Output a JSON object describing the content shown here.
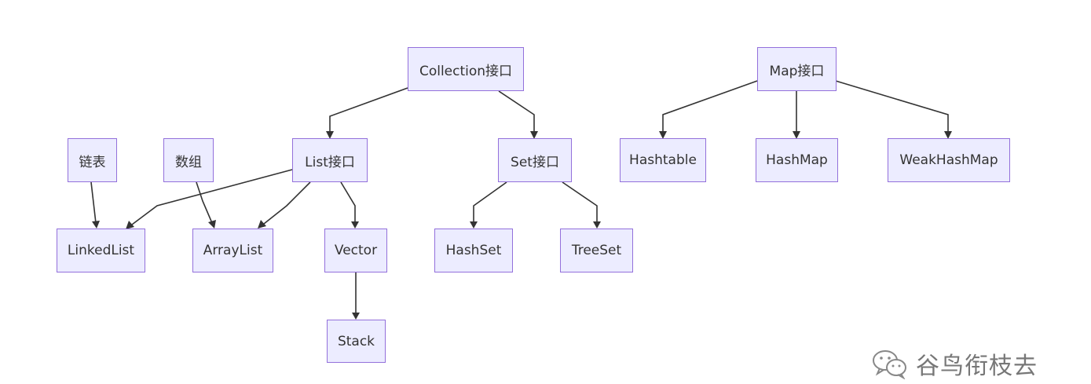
{
  "nodes": {
    "collection": "Collection接口",
    "map": "Map接口",
    "linked_list_label": "链表",
    "array_label": "数组",
    "list": "List接口",
    "set": "Set接口",
    "hashtable": "Hashtable",
    "hashmap": "HashMap",
    "weakhashmap": "WeakHashMap",
    "linkedlist": "LinkedList",
    "arraylist": "ArrayList",
    "vector": "Vector",
    "hashset": "HashSet",
    "treeset": "TreeSet",
    "stack": "Stack"
  },
  "edges": [
    [
      "Collection接口",
      "List接口"
    ],
    [
      "Collection接口",
      "Set接口"
    ],
    [
      "Map接口",
      "Hashtable"
    ],
    [
      "Map接口",
      "HashMap"
    ],
    [
      "Map接口",
      "WeakHashMap"
    ],
    [
      "链表",
      "LinkedList"
    ],
    [
      "数组",
      "ArrayList"
    ],
    [
      "List接口",
      "LinkedList"
    ],
    [
      "List接口",
      "ArrayList"
    ],
    [
      "List接口",
      "Vector"
    ],
    [
      "Set接口",
      "HashSet"
    ],
    [
      "Set接口",
      "TreeSet"
    ],
    [
      "Vector",
      "Stack"
    ]
  ],
  "colors": {
    "node_fill": "#ECECFF",
    "node_border": "#9370DB",
    "edge": "#333333"
  },
  "watermark": {
    "icon": "wechat-icon",
    "text": "谷鸟衔枝去"
  }
}
